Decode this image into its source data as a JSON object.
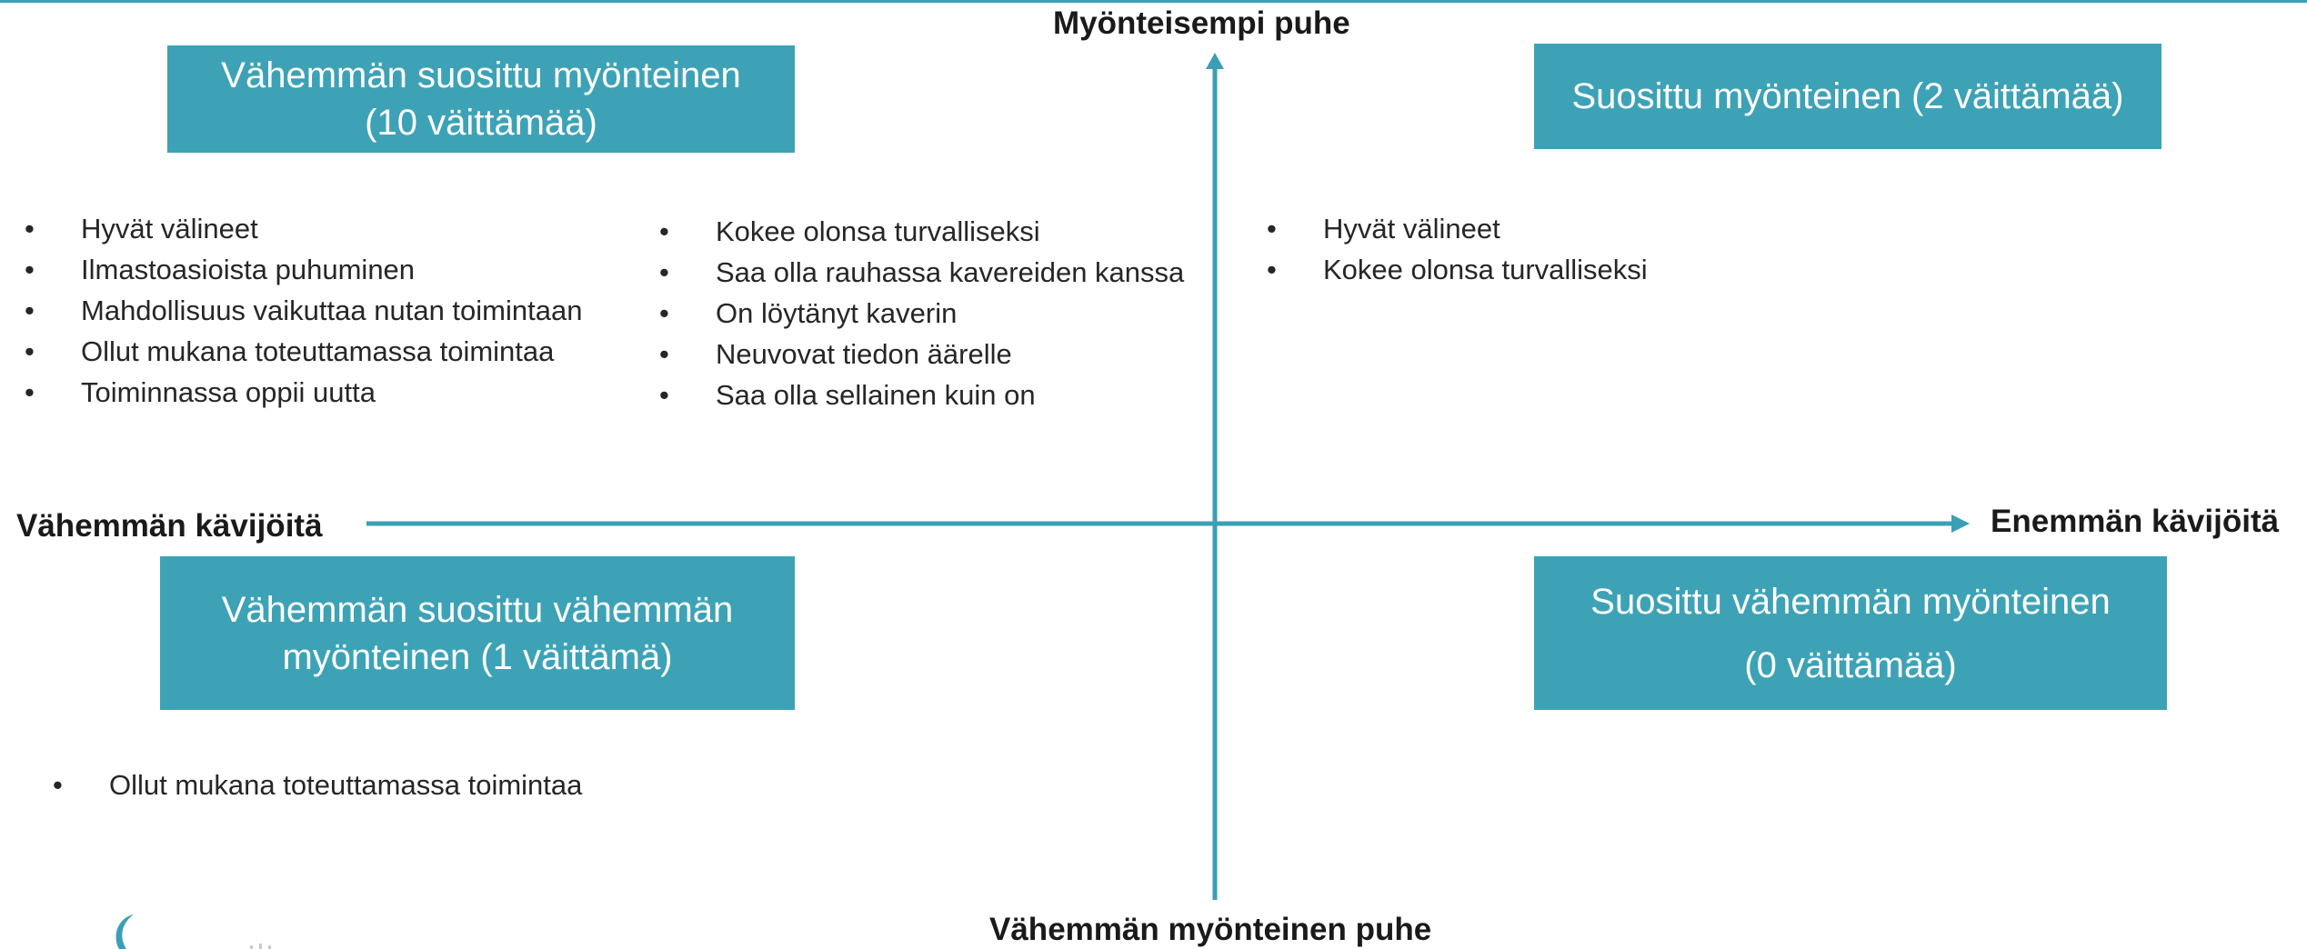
{
  "axes": {
    "top": "Myönteisempi puhe",
    "bottom": "Vähemmän myönteinen puhe",
    "left": "Vähemmän kävijöitä",
    "right": "Enemmän kävijöitä"
  },
  "quadrants": {
    "top_left": {
      "line1": "Vähemmän suosittu myönteinen",
      "line2": "(10 väittämää)",
      "items_a": [
        "Hyvät välineet",
        "Ilmastoasioista puhuminen",
        "Mahdollisuus vaikuttaa nutan toimintaan",
        "Ollut mukana toteuttamassa toimintaa",
        "Toiminnassa oppii uutta"
      ],
      "items_b": [
        "Kokee olonsa turvalliseksi",
        "Saa olla rauhassa kavereiden kanssa",
        "On löytänyt kaverin",
        "Neuvovat tiedon äärelle",
        "Saa olla sellainen kuin on"
      ]
    },
    "top_right": {
      "line1": "Suosittu myönteinen (2 väittämää)",
      "items": [
        "Hyvät välineet",
        "Kokee olonsa turvalliseksi"
      ]
    },
    "bottom_left": {
      "line1": "Vähemmän suosittu vähemmän",
      "line2": "myönteinen (1 väittämä)",
      "items": [
        "Ollut mukana toteuttamassa toimintaa"
      ]
    },
    "bottom_right": {
      "line1": "Suosittu vähemmän myönteinen",
      "line2": "(0 väittämää)"
    }
  },
  "colors": {
    "accent": "#3da2b6",
    "axis": "#3a9fb5"
  }
}
